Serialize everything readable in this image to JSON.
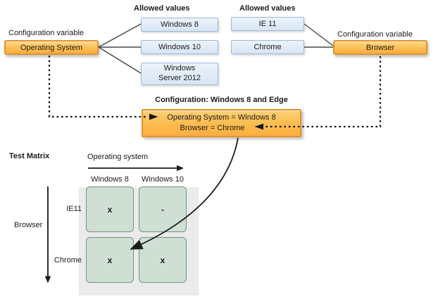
{
  "diagram": {
    "left_variable": {
      "label": "Configuration variable",
      "name": "Operating System",
      "allowed_values_header": "Allowed values",
      "allowed_values": [
        "Windows 8",
        "Windows 10",
        "Windows Server 2012"
      ]
    },
    "right_variable": {
      "label": "Configuration variable",
      "name": "Browser",
      "allowed_values_header": "Allowed values",
      "allowed_values": [
        "IE 11",
        "Chrome"
      ]
    },
    "configuration": {
      "heading": "Configuration: Windows 8 and Edge",
      "assignments": [
        "Operating System = Windows 8",
        "Browser = Chrome"
      ]
    },
    "test_matrix": {
      "title": "Test Matrix",
      "x_axis_label": "Operating system",
      "y_axis_label": "Browser",
      "column_headers": [
        "Windows 8",
        "Windows 10"
      ],
      "row_headers": [
        "IE11",
        "Chrome"
      ],
      "cells": [
        [
          "x",
          "-"
        ],
        [
          "x",
          "x"
        ]
      ]
    },
    "colors": {
      "variable_box_fill": "#FBB94C",
      "variable_box_border": "#E0922F",
      "value_box_fill": "#DCE9F6",
      "value_box_border": "#9DB8DA",
      "matrix_cell_fill": "#CFDFD4",
      "matrix_cell_border": "#71947B",
      "panel_background": "#EBEBEB",
      "line_color": "#1a1a1a"
    }
  }
}
